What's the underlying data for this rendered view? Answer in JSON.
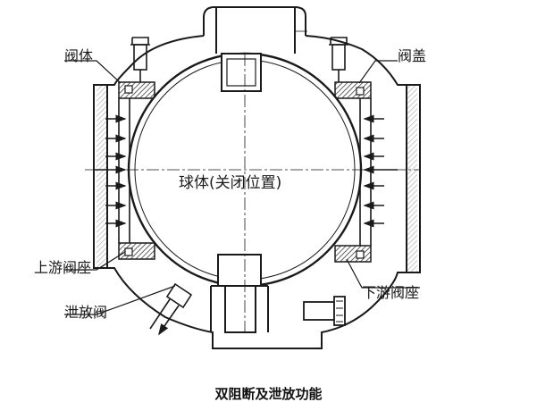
{
  "labels": {
    "valve_body": "阀体",
    "bonnet": "阀盖",
    "ball": "球体(关闭位置)",
    "upstream_seat": "上游阀座",
    "downstream_seat": "下游阀座",
    "bleed_valve": "泄放阀"
  },
  "caption": "双阻断及泄放功能",
  "colors": {
    "line": "#1a1a1a",
    "background": "#ffffff"
  }
}
